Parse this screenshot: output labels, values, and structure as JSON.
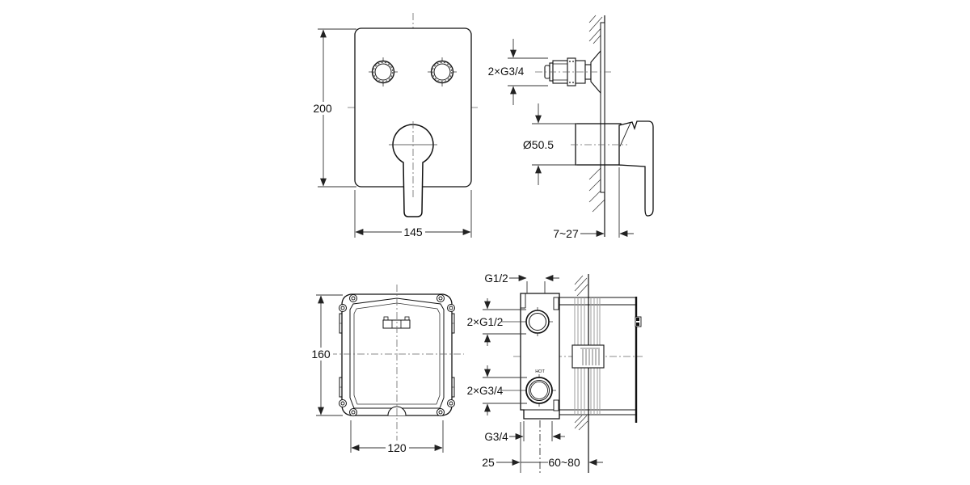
{
  "document_type": "technical-installation-drawing",
  "views": {
    "front_trim": {
      "height_mm": "200",
      "width_mm": "145"
    },
    "side_trim": {
      "inlet_thread": "2×G3/4",
      "escutcheon_dia": "Ø50.5",
      "wall_depth": "7~27"
    },
    "rough_box_front": {
      "height_mm": "160",
      "width_mm": "120"
    },
    "rough_valve_side": {
      "top_outlet": "G1/2",
      "side_outlets": "2×G1/2",
      "inlets": "2×G3/4",
      "bottom_outlet": "G3/4",
      "hot_marking": "HOT",
      "center_to_face": "25",
      "embed_depth": "60~80"
    }
  },
  "colors": {
    "line": "#111111",
    "dimension_line": "#333333",
    "centerline": "#666666",
    "rib": "#9c9c9c",
    "paper": "#ffffff"
  }
}
